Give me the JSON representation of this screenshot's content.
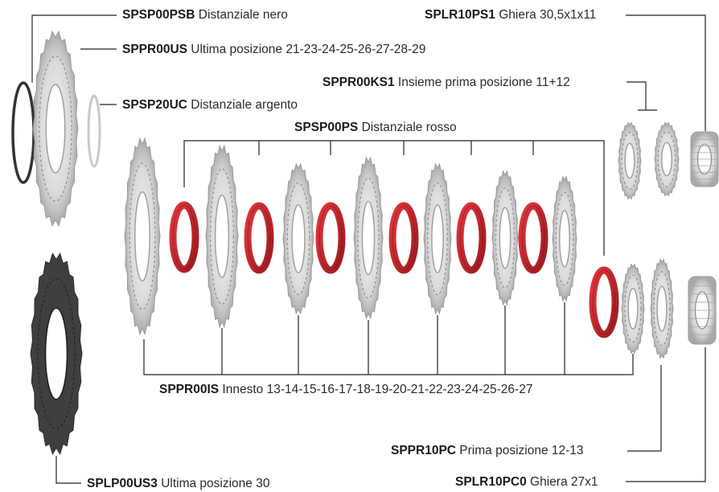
{
  "diagram": {
    "colors": {
      "spacer_red": "#c8262c",
      "cog_silver": "#b9b9b9",
      "cog_dark": "#3f3f3f",
      "leader_line": "#222222"
    },
    "labels": [
      {
        "id": "spsp00psb",
        "code": "SPSP00PSB",
        "desc": "Distanziale nero"
      },
      {
        "id": "sppr00us",
        "code": "SPPR00US",
        "desc": "Ultima posizione 21-23-24-25-26-27-28-29"
      },
      {
        "id": "spsp20uc",
        "code": "SPSP20UC",
        "desc": "Distanziale argento"
      },
      {
        "id": "spsp00ps",
        "code": "SPSP00PS",
        "desc": "Distanziale rosso"
      },
      {
        "id": "splr10ps1",
        "code": "SPLR10PS1",
        "desc": "Ghiera 30,5x1x11"
      },
      {
        "id": "sppr00ks1",
        "code": "SPPR00KS1",
        "desc": "Insieme prima posizione 11+12"
      },
      {
        "id": "sppr00is",
        "code": "SPPR00IS",
        "desc": "Innesto 13-14-15-16-17-18-19-20-21-22-23-24-25-26-27"
      },
      {
        "id": "sppr10pc",
        "code": "SPPR10PC",
        "desc": "Prima posizione 12-13"
      },
      {
        "id": "splp00us3",
        "code": "SPLP00US3",
        "desc": "Ultima posizione 30"
      },
      {
        "id": "splr10pc0",
        "code": "SPLR10PC0",
        "desc": "Ghiera 27x1"
      }
    ]
  }
}
